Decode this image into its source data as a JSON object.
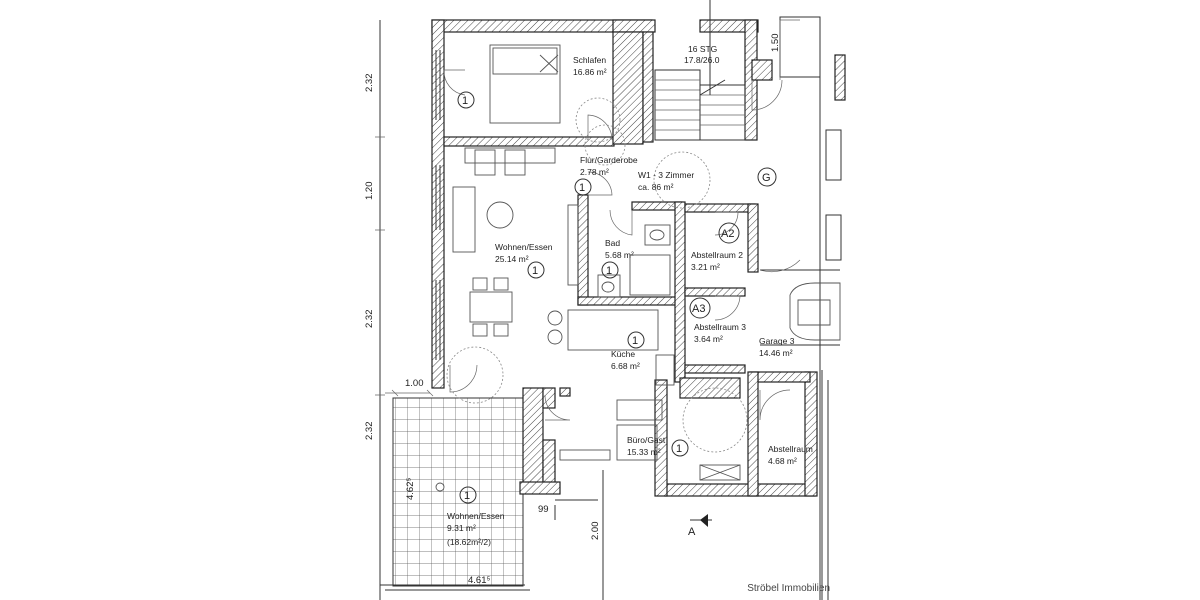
{
  "rooms": [
    {
      "key": "schlafen",
      "name": "Schlafen",
      "area": "16.86 m²"
    },
    {
      "key": "flur",
      "name": "Flur/Garderobe",
      "area": "2.78 m²"
    },
    {
      "key": "wohnung",
      "name": "W1 - 3 Zimmer",
      "area": "ca. 86 m²"
    },
    {
      "key": "wohnen",
      "name": "Wohnen/Essen",
      "area": "25.14 m²"
    },
    {
      "key": "bad",
      "name": "Bad",
      "area": "5.68 m²"
    },
    {
      "key": "abst2",
      "name": "Abstellraum 2",
      "area": "3.21 m²"
    },
    {
      "key": "abst3",
      "name": "Abstellraum 3",
      "area": "3.64 m²"
    },
    {
      "key": "garage",
      "name": "Garage 3",
      "area": "14.46 m²"
    },
    {
      "key": "kueche",
      "name": "Küche",
      "area": "6.68 m²"
    },
    {
      "key": "buero",
      "name": "Büro/Gast",
      "area": "15.33 m²"
    },
    {
      "key": "abst",
      "name": "Abstellraum",
      "area": "4.68 m²"
    },
    {
      "key": "terrasse",
      "name": "Wohnen/Essen",
      "area": "9.31 m²",
      "extra": "(18.62m²/2)"
    }
  ],
  "stair": {
    "line1": "16 STG",
    "line2": "17.8/26.0"
  },
  "dimensions": {
    "d232a": "2.32",
    "d120": "1.20",
    "d232b": "2.32",
    "d232c": "2.32",
    "d100": "1.00",
    "d150": "1.50",
    "d462": "4.62⁵",
    "d99": "99",
    "d200": "2.00",
    "d461": "4.61⁵"
  },
  "symbols": {
    "one": "1",
    "g": "G",
    "a2": "A2",
    "a3": "A3",
    "a": "A"
  },
  "watermark": "Ströbel Immobilien"
}
